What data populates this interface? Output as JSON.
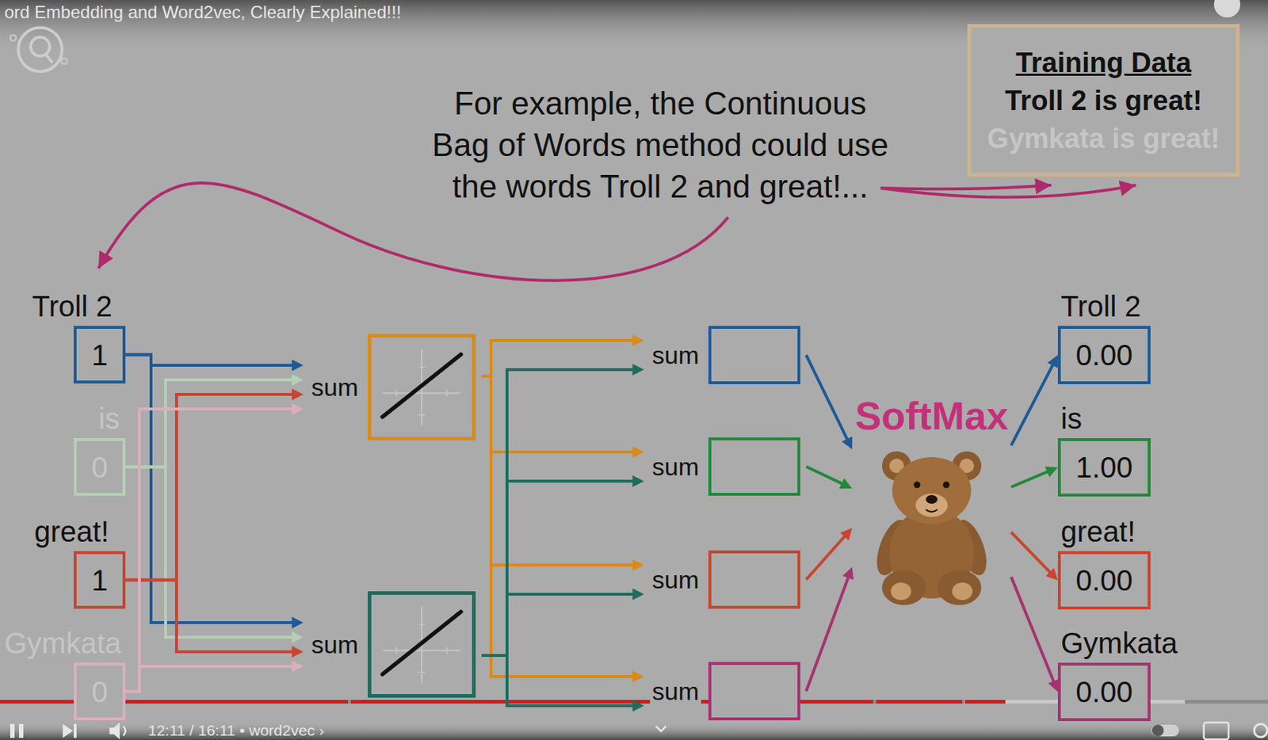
{
  "diagram": {
    "nodes": [
      {
        "text": [
          "Training Data",
          "Troll 2 is great!",
          "Gymkata is great!"
        ]
      },
      {
        "text": [
          "Troll 2",
          "1"
        ]
      },
      {
        "text": [
          "is",
          "0"
        ]
      },
      {
        "text": [
          "great!",
          "1"
        ]
      },
      {
        "text": [
          "Gymkata",
          "0"
        ]
      },
      {
        "text": [
          "sum"
        ]
      },
      {
        "text": [
          "sum"
        ]
      },
      {
        "text": [
          "sum"
        ]
      },
      {
        "text": [
          "sum"
        ]
      },
      {
        "text": [
          "sum"
        ]
      },
      {
        "text": [
          "sum"
        ]
      },
      {
        "text": [
          "SoftMax"
        ]
      },
      {
        "text": [
          "Troll 2",
          "0.00"
        ]
      },
      {
        "text": [
          "is",
          "1.00"
        ]
      },
      {
        "text": [
          "great!",
          "0.00"
        ]
      },
      {
        "text": [
          "Gymkata",
          "0.00"
        ]
      }
    ],
    "edges": [
      {
        "from": 1,
        "to": 5,
        "arrow": "to"
      },
      {
        "from": 1,
        "to": 6,
        "arrow": "to"
      },
      {
        "from": 2,
        "to": 5,
        "arrow": "to"
      },
      {
        "from": 2,
        "to": 6,
        "arrow": "to"
      },
      {
        "from": 3,
        "to": 5,
        "arrow": "to"
      },
      {
        "from": 3,
        "to": 6,
        "arrow": "to"
      },
      {
        "from": 4,
        "to": 5,
        "arrow": "to"
      },
      {
        "from": 4,
        "to": 6,
        "arrow": "to"
      },
      {
        "from": 5,
        "to": 7,
        "arrow": "to"
      },
      {
        "from": 5,
        "to": 8,
        "arrow": "to"
      },
      {
        "from": 5,
        "to": 9,
        "arrow": "to"
      },
      {
        "from": 5,
        "to": 10,
        "arrow": "to"
      },
      {
        "from": 6,
        "to": 7,
        "arrow": "to"
      },
      {
        "from": 6,
        "to": 8,
        "arrow": "to"
      },
      {
        "from": 6,
        "to": 9,
        "arrow": "to"
      },
      {
        "from": 6,
        "to": 10,
        "arrow": "to"
      },
      {
        "from": 7,
        "to": 11,
        "arrow": "to"
      },
      {
        "from": 8,
        "to": 11,
        "arrow": "to"
      },
      {
        "from": 9,
        "to": 11,
        "arrow": "to"
      },
      {
        "from": 10,
        "to": 11,
        "arrow": "to"
      },
      {
        "from": 11,
        "to": 12,
        "arrow": "to"
      },
      {
        "from": 11,
        "to": 13,
        "arrow": "to"
      },
      {
        "from": 11,
        "to": 14,
        "arrow": "to"
      },
      {
        "from": 11,
        "to": 15,
        "arrow": "to"
      }
    ],
    "labels": [
      "ord Embedding and Word2vec, Clearly Explained!!!",
      "For example, the Continuous Bag of Words method could use the words Troll 2 and great!...",
      "12:11 / 16:11 • word2vec ›"
    ]
  }
}
